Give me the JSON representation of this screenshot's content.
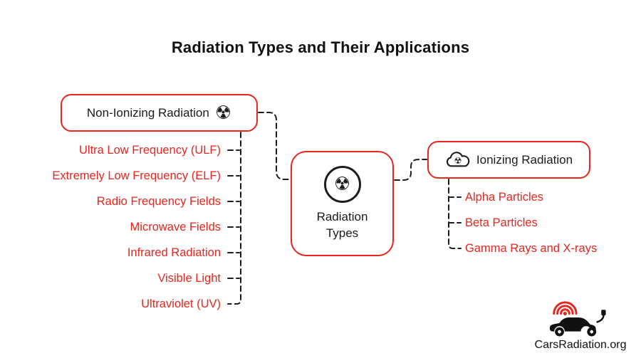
{
  "title": "Radiation Types and Their Applications",
  "icons": {
    "radiation_glyph": "☢"
  },
  "center_node": {
    "line1": "Radiation",
    "line2": "Types"
  },
  "left_branch": {
    "label": "Non-Ionizing Radiation",
    "items": [
      "Ultra Low Frequency (ULF)",
      "Extremely Low Frequency (ELF)",
      "Radio Frequency Fields",
      "Microwave Fields",
      "Infrared Radiation",
      "Visible Light",
      "Ultraviolet (UV)"
    ]
  },
  "right_branch": {
    "label": "Ionizing Radiation",
    "items": [
      "Alpha Particles",
      "Beta Particles",
      "Gamma Rays and X-rays"
    ]
  },
  "brand": "CarsRadiation.org",
  "colors": {
    "accent": "#e8251e",
    "ink": "#1c1c1c"
  }
}
